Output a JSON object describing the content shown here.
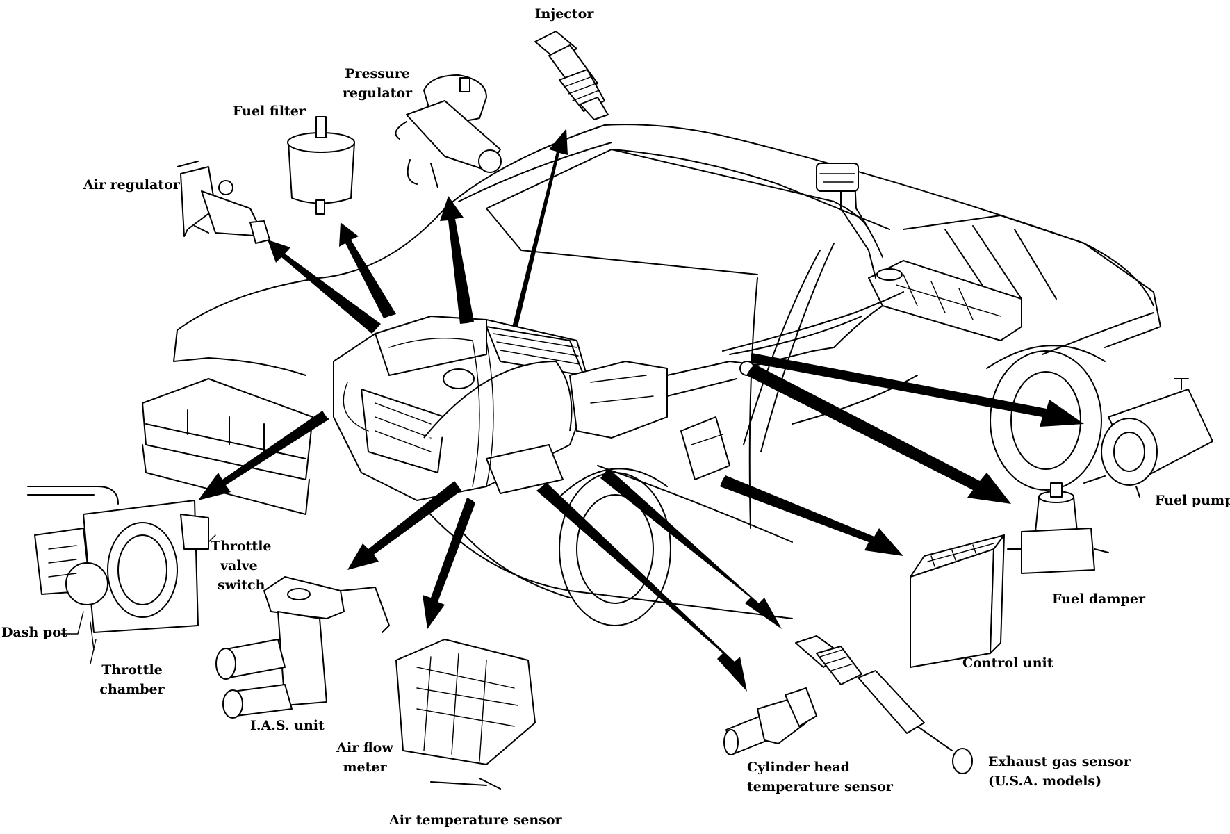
{
  "labels": {
    "injector": "Injector",
    "pressure_regulator": [
      "Pressure",
      "regulator"
    ],
    "fuel_filter": "Fuel filter",
    "air_regulator": "Air regulator",
    "throttle_valve_switch": [
      "Throttle",
      "valve",
      "switch"
    ],
    "dash_pot": "Dash pot",
    "throttle_chamber": [
      "Throttle",
      "chamber"
    ],
    "ias_unit": "I.A.S. unit",
    "air_flow_meter": [
      "Air flow",
      "meter"
    ],
    "air_temperature_sensor": "Air temperature sensor",
    "cylinder_head_temperature_sensor": [
      "Cylinder head",
      "temperature sensor"
    ],
    "exhaust_gas_sensor": [
      "Exhaust gas sensor",
      "(U.S.A. models)"
    ],
    "control_unit": "Control unit",
    "fuel_damper": "Fuel damper",
    "fuel_pump": "Fuel pump"
  }
}
